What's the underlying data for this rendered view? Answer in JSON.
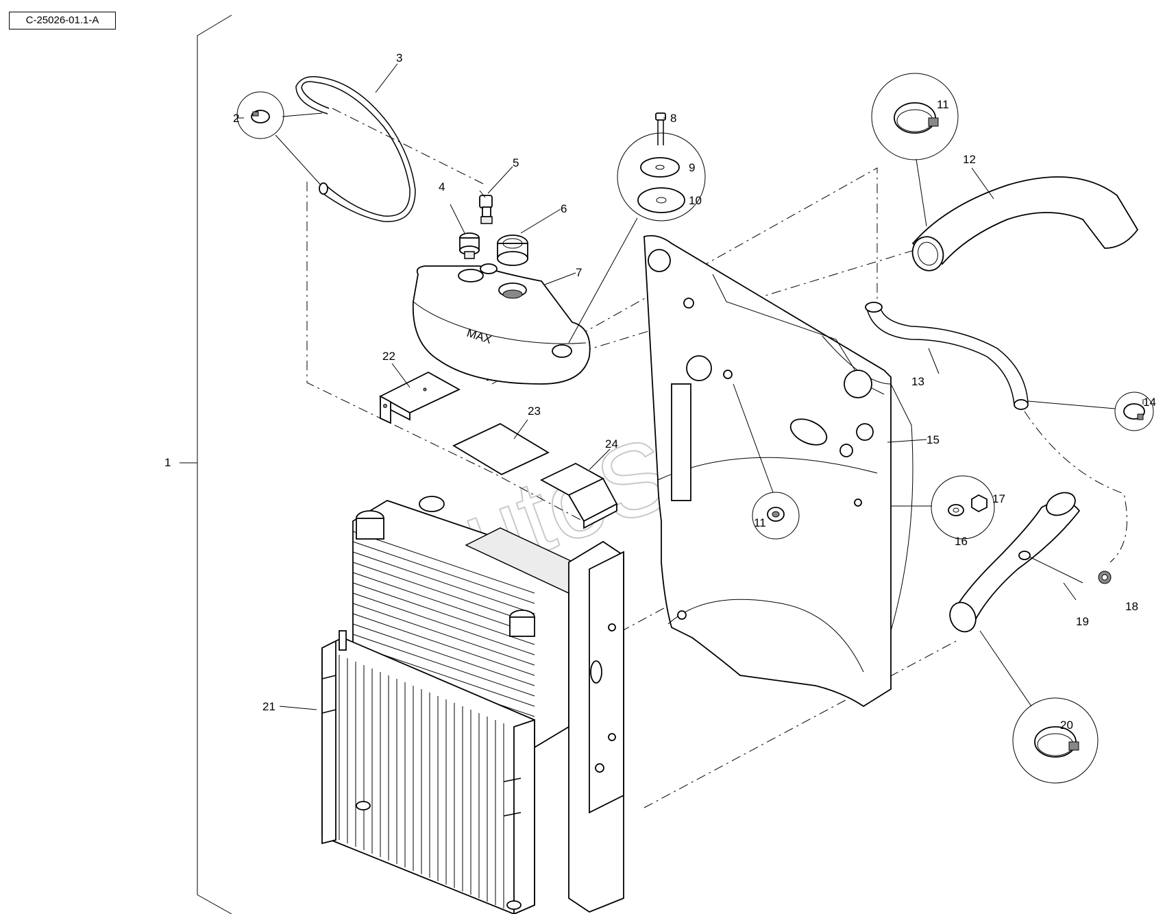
{
  "reference_code": "C-25026-01.1-A",
  "watermark": "AutoSoft",
  "parts": [
    {
      "id": "1",
      "label": "1"
    },
    {
      "id": "2",
      "label": "2"
    },
    {
      "id": "3",
      "label": "3"
    },
    {
      "id": "4",
      "label": "4"
    },
    {
      "id": "5",
      "label": "5"
    },
    {
      "id": "6",
      "label": "6"
    },
    {
      "id": "7",
      "label": "7"
    },
    {
      "id": "8",
      "label": "8"
    },
    {
      "id": "9",
      "label": "9"
    },
    {
      "id": "10",
      "label": "10"
    },
    {
      "id": "11a",
      "label": "11"
    },
    {
      "id": "11b",
      "label": "11"
    },
    {
      "id": "12",
      "label": "12"
    },
    {
      "id": "13",
      "label": "13"
    },
    {
      "id": "14",
      "label": "14"
    },
    {
      "id": "15",
      "label": "15"
    },
    {
      "id": "16",
      "label": "16"
    },
    {
      "id": "17",
      "label": "17"
    },
    {
      "id": "18",
      "label": "18"
    },
    {
      "id": "19",
      "label": "19"
    },
    {
      "id": "20",
      "label": "20"
    },
    {
      "id": "21",
      "label": "21"
    },
    {
      "id": "22",
      "label": "22"
    },
    {
      "id": "23",
      "label": "23"
    },
    {
      "id": "24",
      "label": "24"
    }
  ],
  "tank_text": "MAX"
}
